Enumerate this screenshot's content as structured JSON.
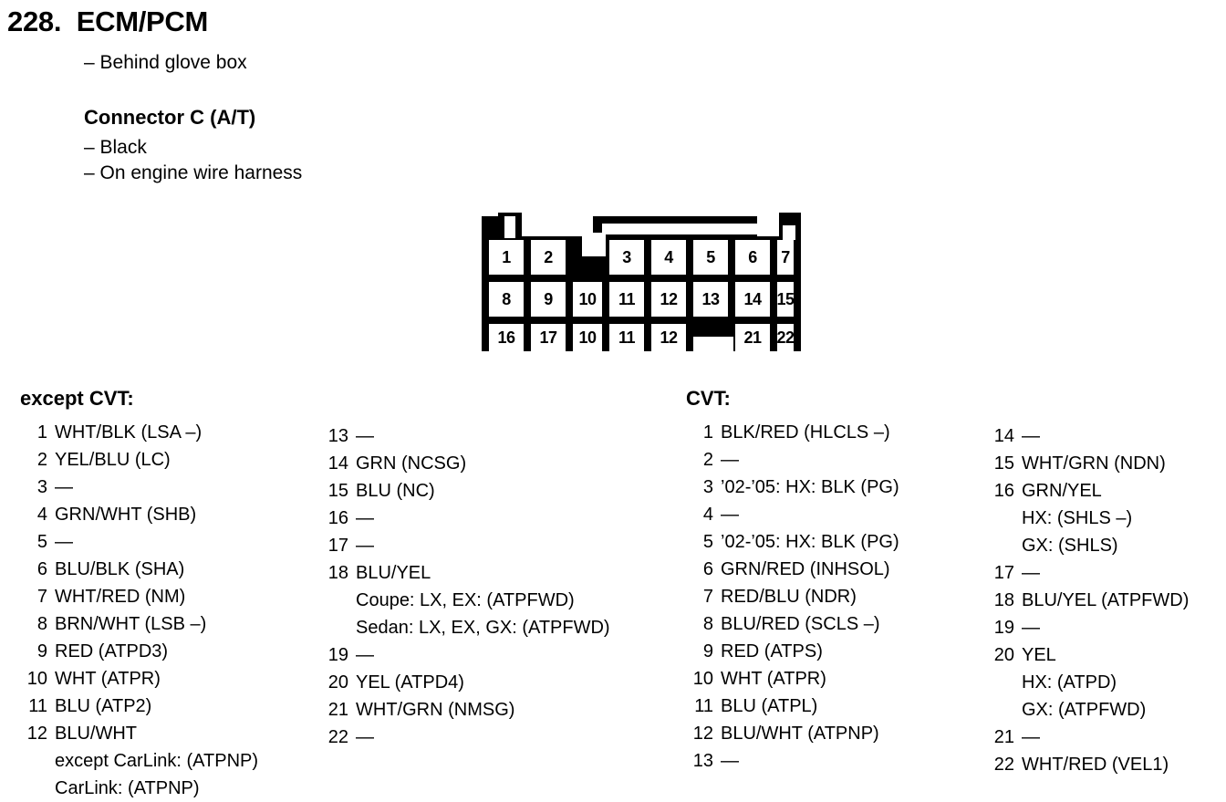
{
  "page": {
    "number": "228.",
    "title": "ECM/PCM",
    "title_full": "228.  ECM/PCM",
    "location_note": "– Behind glove box",
    "connector_heading": "Connector C (A/T)",
    "connector_note_1": "– Black",
    "connector_note_2": "– On engine wire harness"
  },
  "connector_diagram": {
    "name": "connector-c-pinout",
    "rows": [
      {
        "cells": [
          "1",
          "2",
          "",
          "3",
          "4",
          "5",
          "6",
          "7"
        ]
      },
      {
        "cells": [
          "8",
          "9",
          "10",
          "11",
          "12",
          "13",
          "14",
          "15"
        ]
      },
      {
        "cells": [
          "16",
          "17",
          "10",
          "11",
          "12",
          "",
          "21",
          "22"
        ]
      }
    ]
  },
  "lists": {
    "except_cvt": {
      "heading": "except CVT:",
      "column_1": [
        {
          "num": "1",
          "value": "WHT/BLK (LSA –)"
        },
        {
          "num": "2",
          "value": "YEL/BLU (LC)"
        },
        {
          "num": "3",
          "value": "—"
        },
        {
          "num": "4",
          "value": "GRN/WHT (SHB)"
        },
        {
          "num": "5",
          "value": "—"
        },
        {
          "num": "6",
          "value": "BLU/BLK (SHA)"
        },
        {
          "num": "7",
          "value": "WHT/RED (NM)"
        },
        {
          "num": "8",
          "value": "BRN/WHT (LSB –)"
        },
        {
          "num": "9",
          "value": "RED (ATPD3)"
        },
        {
          "num": "10",
          "value": "WHT (ATPR)"
        },
        {
          "num": "11",
          "value": "BLU (ATP2)"
        },
        {
          "num": "12",
          "value": "BLU/WHT",
          "subs": [
            "except CarLink: (ATPNP)",
            "CarLink: (ATPNP)"
          ]
        }
      ],
      "column_2": [
        {
          "num": "13",
          "value": "—"
        },
        {
          "num": "14",
          "value": "GRN (NCSG)"
        },
        {
          "num": "15",
          "value": "BLU (NC)"
        },
        {
          "num": "16",
          "value": "—"
        },
        {
          "num": "17",
          "value": "—"
        },
        {
          "num": "18",
          "value": "BLU/YEL",
          "subs": [
            "Coupe: LX, EX: (ATPFWD)",
            "Sedan: LX, EX, GX: (ATPFWD)"
          ]
        },
        {
          "num": "19",
          "value": "—"
        },
        {
          "num": "20",
          "value": "YEL (ATPD4)"
        },
        {
          "num": "21",
          "value": "WHT/GRN (NMSG)"
        },
        {
          "num": "22",
          "value": "—"
        }
      ]
    },
    "cvt": {
      "heading": "CVT:",
      "column_1": [
        {
          "num": "1",
          "value": "BLK/RED (HLCLS –)"
        },
        {
          "num": "2",
          "value": "—"
        },
        {
          "num": "3",
          "value": "’02-’05: HX: BLK (PG)"
        },
        {
          "num": "4",
          "value": "—"
        },
        {
          "num": "5",
          "value": "’02-’05: HX: BLK (PG)"
        },
        {
          "num": "6",
          "value": "GRN/RED (INHSOL)"
        },
        {
          "num": "7",
          "value": "RED/BLU (NDR)"
        },
        {
          "num": "8",
          "value": "BLU/RED (SCLS –)"
        },
        {
          "num": "9",
          "value": "RED (ATPS)"
        },
        {
          "num": "10",
          "value": "WHT (ATPR)"
        },
        {
          "num": "11",
          "value": "BLU (ATPL)"
        },
        {
          "num": "12",
          "value": "BLU/WHT (ATPNP)"
        },
        {
          "num": "13",
          "value": "—"
        }
      ],
      "column_2": [
        {
          "num": "14",
          "value": "—"
        },
        {
          "num": "15",
          "value": "WHT/GRN (NDN)"
        },
        {
          "num": "16",
          "value": "GRN/YEL",
          "subs": [
            "HX: (SHLS –)",
            "GX: (SHLS)"
          ]
        },
        {
          "num": "17",
          "value": "—"
        },
        {
          "num": "18",
          "value": "BLU/YEL (ATPFWD)"
        },
        {
          "num": "19",
          "value": "—"
        },
        {
          "num": "20",
          "value": "YEL",
          "subs": [
            "HX: (ATPD)",
            "GX: (ATPFWD)"
          ]
        },
        {
          "num": "21",
          "value": "—"
        },
        {
          "num": "22",
          "value": "WHT/RED (VEL1)"
        }
      ]
    }
  },
  "colors": {
    "ink": "#000000",
    "paper": "#ffffff"
  }
}
